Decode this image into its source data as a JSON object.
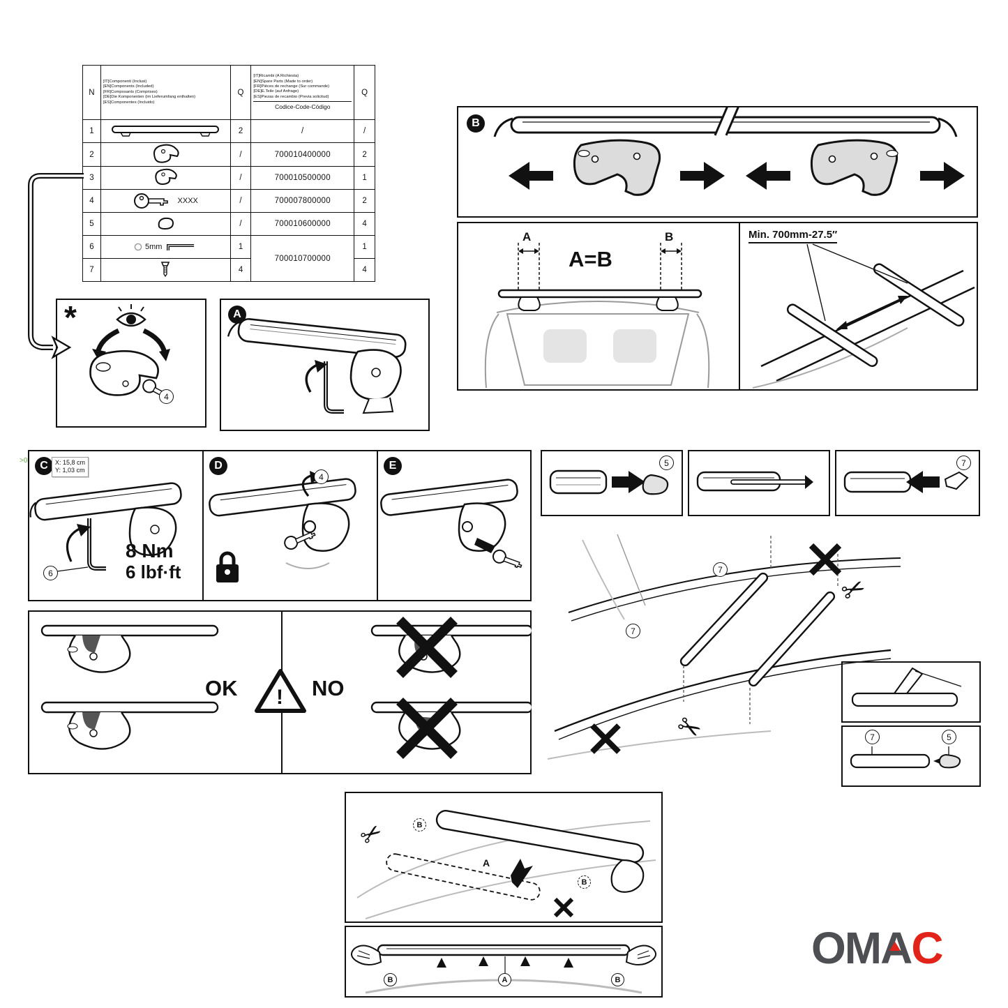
{
  "doc": {
    "stray_mark": ">0"
  },
  "icons": {
    "scissors": "✂"
  },
  "parts_table": {
    "col_n": "N",
    "col_q": "Q",
    "col_q2": "Q",
    "components_header": [
      "[IT]Componenti (Inclusi)",
      "[EN]Components (Included)",
      "[FR]Composants (Comprises)",
      "[DE]Die Komponenten (im Lieferumfang enthalten)",
      "[ES]Componentes (Incluido)"
    ],
    "spares_header": [
      "[IT]Ricambi (A Richiesta)",
      "[EN]Spare Parts (Made to order)",
      "[FR]Pièces de rechange (Sur commande)",
      "[DE]E.Teile (auf Anfrage)",
      "[ES]Piezas de recambio (Previa solicitud)"
    ],
    "code_header": "Codice-Code-Código",
    "rows": [
      {
        "n": "1",
        "part": "roof-cross-bar",
        "q": "2",
        "code": "/",
        "sq": "/"
      },
      {
        "n": "2",
        "part": "clamp-foot",
        "q": "/",
        "code": "700010400000",
        "sq": "2"
      },
      {
        "n": "3",
        "part": "clamp-bracket",
        "q": "/",
        "code": "700010500000",
        "sq": "1"
      },
      {
        "n": "4",
        "part": "lock-key",
        "part_label": "XXXX",
        "q": "/",
        "code": "700007800000",
        "sq": "2"
      },
      {
        "n": "5",
        "part": "end-cap",
        "q": "/",
        "code": "700010600000",
        "sq": "4"
      },
      {
        "n": "6",
        "part": "allen-wrench",
        "part_label": "5mm",
        "q": "1",
        "code": "700010700000",
        "sq": "1"
      },
      {
        "n": "7",
        "part": "bolt",
        "q": "4",
        "sq": "4"
      }
    ]
  },
  "step_panels": {
    "asterisk": {
      "mark": "*",
      "ref": "4"
    },
    "a": {
      "letter": "A"
    },
    "b": {
      "letter": "B"
    },
    "measure": {
      "label_a": "A",
      "label_b": "B",
      "equation": "A=B"
    },
    "min_span": {
      "title": "Min. 700mm-27.5″"
    },
    "c": {
      "letter": "C",
      "coord_x": "X: 15,8 cm",
      "coord_y": "Y: 1,03 cm",
      "ref": "6",
      "torque_nm": "8 Nm",
      "torque_lbf": "6 lbf·ft"
    },
    "d": {
      "letter": "D",
      "ref": "4"
    },
    "e": {
      "letter": "E"
    },
    "cap": {
      "ref": "5"
    },
    "wedge": {
      "ref": "7"
    },
    "rails": {
      "ref_top": "7",
      "ref_bottom": "7"
    },
    "detail_bottom": {
      "ref_7": "7",
      "ref_5": "5"
    },
    "okno": {
      "ok": "OK",
      "no": "NO",
      "warning": "!"
    },
    "cut": {
      "label_a": "A",
      "label_b1": "B",
      "label_b2": "B"
    },
    "lift": {
      "label_a": "A",
      "label_b1": "B",
      "label_b2": "B"
    }
  },
  "logo": {
    "part1": "OM",
    "part2": "A",
    "part3": "C",
    "gray": "#4d4f53",
    "red": "#e2231a"
  }
}
